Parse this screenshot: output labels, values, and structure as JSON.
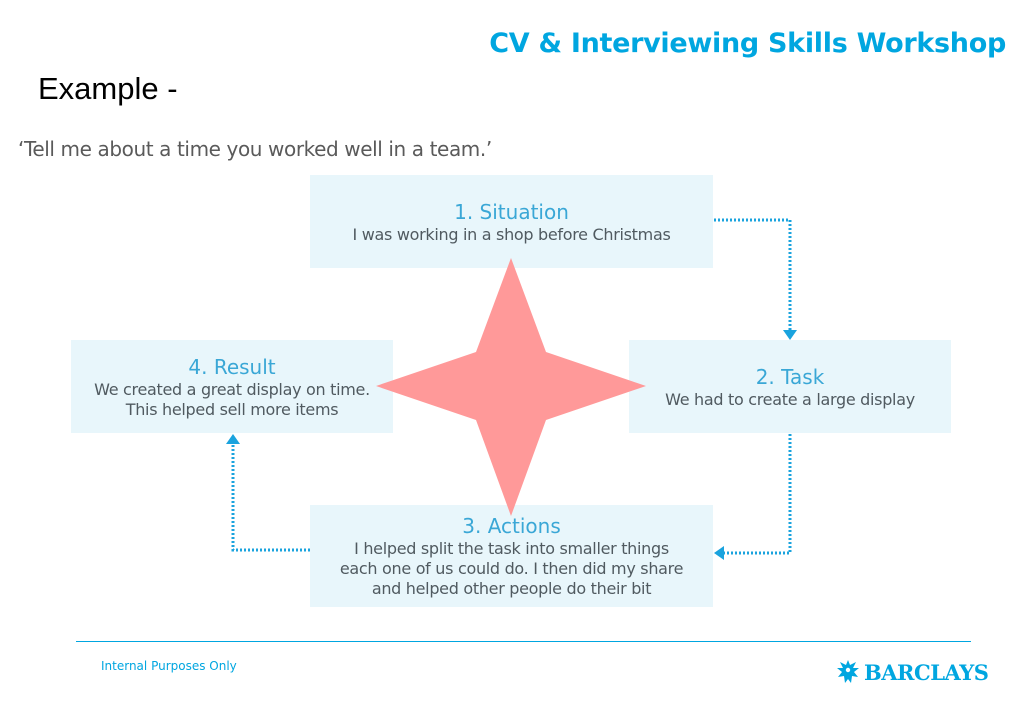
{
  "header": {
    "title": "CV & Interviewing Skills Workshop",
    "heading": "Example -"
  },
  "question": "‘Tell me about a time you worked well in a team.’",
  "steps": [
    {
      "title": "1. Situation",
      "text": "I was working in a shop before Christmas"
    },
    {
      "title": "2. Task",
      "text": "We had to create a large display"
    },
    {
      "title": "3. Actions",
      "text": "I helped split the task into smaller things\neach one of us could do. I then did my share\nand helped other people do their bit"
    },
    {
      "title": "4. Result",
      "text": "We created a great display on time.\nThis helped sell more items"
    }
  ],
  "footer": {
    "classification": "Internal Purposes Only",
    "logo_text": "BARCLAYS"
  },
  "colors": {
    "accent": "#00a6e0",
    "box_fill": "#e8f6fb",
    "star": "#ff9999",
    "arrow": "#1aa3de"
  },
  "icons": {
    "star": "four-point-star",
    "logo": "barclays-eagle-icon"
  }
}
